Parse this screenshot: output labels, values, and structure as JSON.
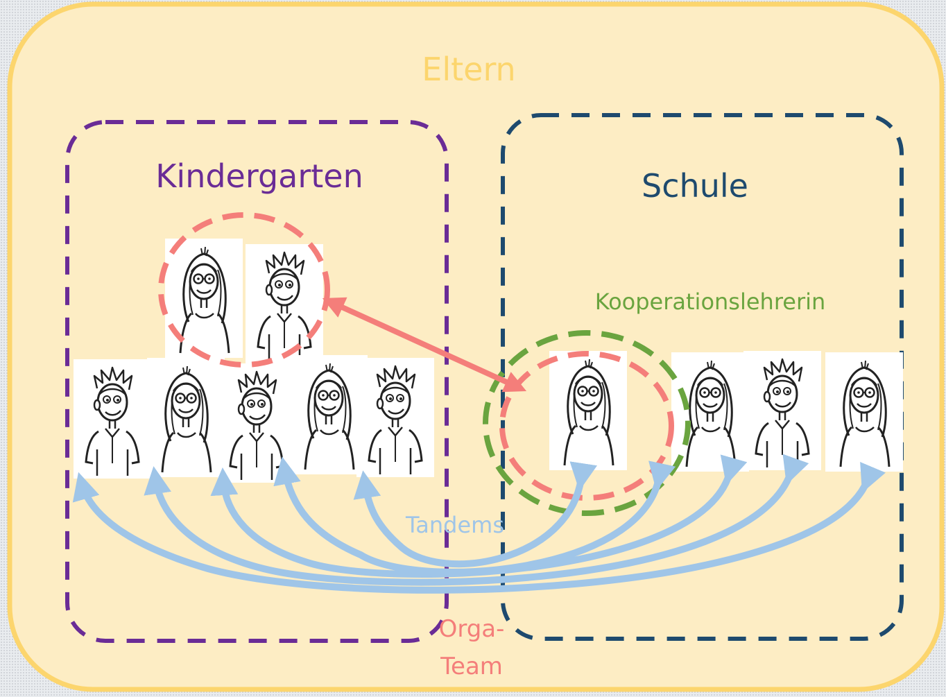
{
  "labels": {
    "eltern": "Eltern",
    "kindergarten": "Kindergarten",
    "schule": "Schule",
    "kooperationslehrerin": "Kooperationslehrerin",
    "tandems": "Tandems",
    "orga_line1": "Orga-",
    "orga_line2": "Team"
  },
  "colors": {
    "eltern_fill": "#fdedc4",
    "eltern_border": "#fcd56d",
    "eltern_text": "#fcd56d",
    "kindergarten": "#6a2c96",
    "schule": "#1e4a6e",
    "kooperation": "#6aa43f",
    "orga": "#f47e7a",
    "tandem": "#9fc5e8"
  },
  "icons": {
    "person_girl": "girl-with-glasses-figure",
    "person_boy": "boy-figure"
  }
}
